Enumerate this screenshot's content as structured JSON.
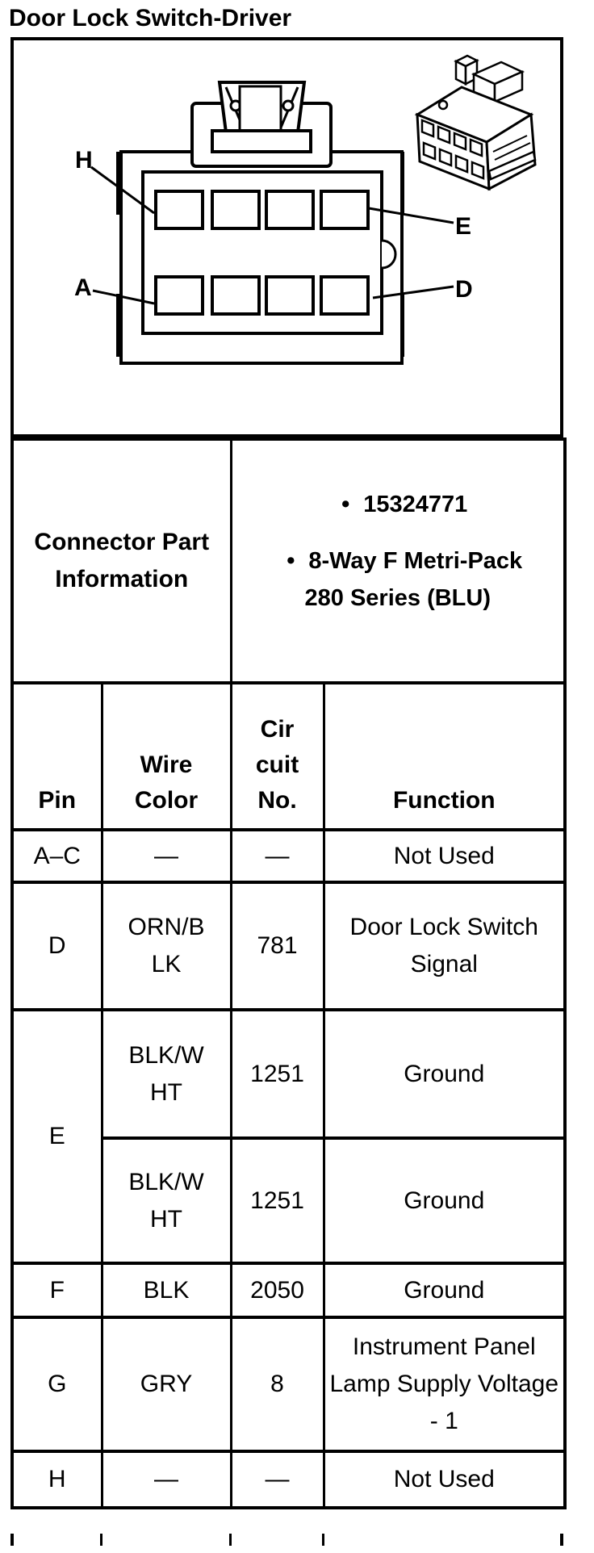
{
  "page": {
    "background_color": "#ffffff",
    "ink_color": "#000000",
    "title": "Door Lock Switch-Driver"
  },
  "figure": {
    "description_labels": {
      "top_left": "H",
      "bottom_left": "A",
      "top_right": "E",
      "bottom_right": "D"
    }
  },
  "part_info": {
    "label": "Connector Part Information",
    "bullet_glyph": "•",
    "items": [
      "15324771",
      "8-Way F Metri-Pack\n280 Series (BLU)"
    ]
  },
  "pin_table": {
    "headers": {
      "pin": "Pin",
      "wire_color": "Wire\nColor",
      "circuit_no": "Cir\ncuit\nNo.",
      "function": "Function"
    },
    "rows": [
      {
        "pin": "A–C",
        "wire_color": "—",
        "circuit_no": "—",
        "function": "Not Used"
      },
      {
        "pin": "D",
        "wire_color": "ORN/B\nLK",
        "circuit_no": "781",
        "function": "Door Lock Switch Signal"
      },
      {
        "pin": "E",
        "wire_color": "BLK/W\nHT",
        "circuit_no": "1251",
        "function": "Ground"
      },
      {
        "wire_color": "BLK/W\nHT",
        "circuit_no": "1251",
        "function": "Ground"
      },
      {
        "pin": "F",
        "wire_color": "BLK",
        "circuit_no": "2050",
        "function": "Ground"
      },
      {
        "pin": "G",
        "wire_color": "GRY",
        "circuit_no": "8",
        "function": "Instrument Panel Lamp Supply Voltage - 1"
      },
      {
        "pin": "H",
        "wire_color": "—",
        "circuit_no": "—",
        "function": "Not Used"
      }
    ]
  }
}
